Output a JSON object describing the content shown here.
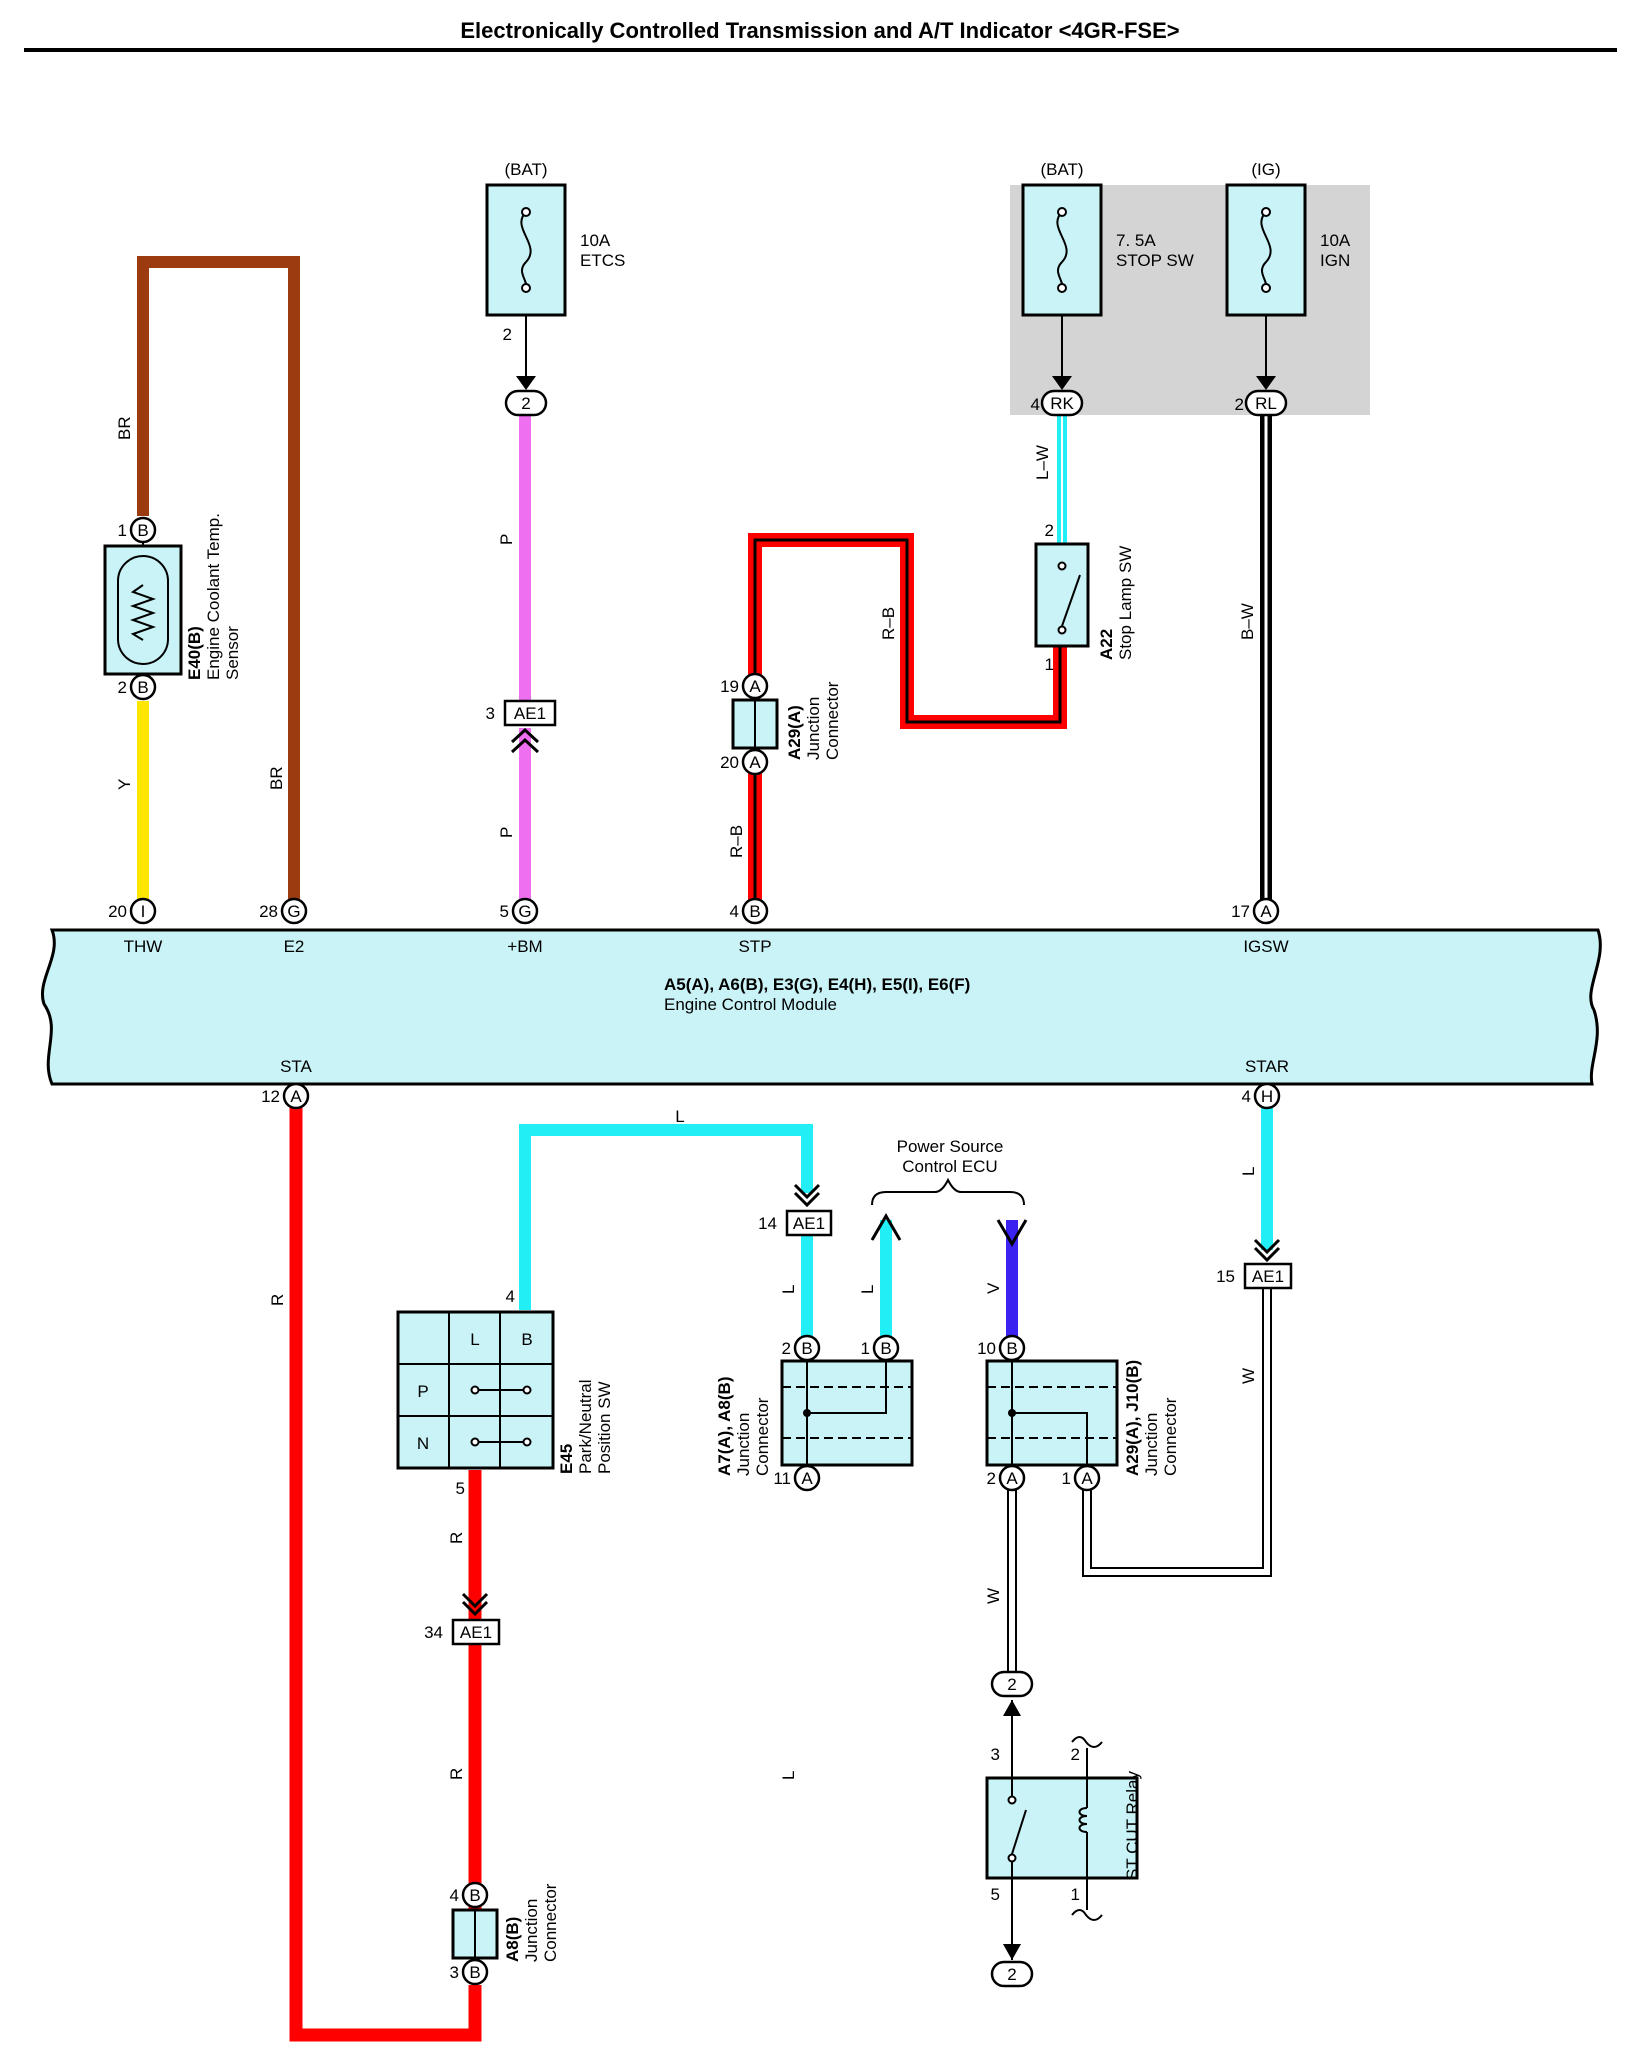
{
  "title": "Electronically Controlled Transmission and A/T Indicator <4GR-FSE>",
  "colors": {
    "brown": "#9b3b0f",
    "yellow": "#ffe600",
    "pink": "#ee6fef",
    "red": "#ff0000",
    "cyan": "#22eef5",
    "black": "#000000",
    "violet": "#3b22f0",
    "ecm_fill": "#c9f3f6",
    "fuse_bg": "#d4d4d4"
  },
  "fuses": {
    "etcs": {
      "source": "(BAT)",
      "rating": "10A",
      "name": "ETCS",
      "pin": "2",
      "conn": "2"
    },
    "stop": {
      "source": "(BAT)",
      "rating": "7. 5A",
      "name": "STOP SW",
      "pin": "4",
      "conn": "RK"
    },
    "ign": {
      "source": "(IG)",
      "rating": "10A",
      "name": "IGN",
      "pin": "2",
      "conn": "RL"
    }
  },
  "wires": {
    "br_top": "BR",
    "br_low": "BR",
    "y": "Y",
    "p_top": "P",
    "p_low": "P",
    "lw": "L–W",
    "rb_upper": "R–B",
    "rb_lower": "R–B",
    "bw": "B–W",
    "r_sta": "R",
    "l_top": "L",
    "l_star": "L",
    "l_a": "L",
    "l_b": "L",
    "v": "V",
    "w_right": "W",
    "w_low": "W",
    "r_1": "R",
    "r_2": "R",
    "l_long": "L"
  },
  "sensor": {
    "code": "E40(B)",
    "line1": "Engine Coolant Temp.",
    "line2": "Sensor",
    "pin_top": "1",
    "conn_top": "B",
    "pin_bot": "2",
    "conn_bot": "B"
  },
  "ae1_p": {
    "pin": "3",
    "label": "AE1"
  },
  "a29a": {
    "code": "A29(A)",
    "line1": "Junction",
    "line2": "Connector",
    "pin_top": "19",
    "conn_top": "A",
    "pin_bot": "20",
    "conn_bot": "A"
  },
  "stoplamp": {
    "code": "A22",
    "name": "Stop Lamp SW",
    "pin_top": "2",
    "pin_bot": "1"
  },
  "ecm": {
    "title": "A5(A), A6(B), E3(G), E4(H), E5(I), E6(F)",
    "name": "Engine Control Module",
    "pins_top": [
      {
        "num": "20",
        "conn": "I",
        "label": "THW"
      },
      {
        "num": "28",
        "conn": "G",
        "label": "E2"
      },
      {
        "num": "5",
        "conn": "G",
        "label": "+BM"
      },
      {
        "num": "4",
        "conn": "B",
        "label": "STP"
      },
      {
        "num": "17",
        "conn": "A",
        "label": "IGSW"
      }
    ],
    "pins_bottom": [
      {
        "num": "12",
        "conn": "A",
        "label": "STA"
      },
      {
        "num": "4",
        "conn": "H",
        "label": "STAR"
      }
    ]
  },
  "psecu": {
    "line1": "Power Source",
    "line2": "Control ECU"
  },
  "ae1_14": {
    "pin": "14",
    "label": "AE1"
  },
  "ae1_15": {
    "pin": "15",
    "label": "AE1"
  },
  "ae1_34": {
    "pin": "34",
    "label": "AE1"
  },
  "e45": {
    "code": "E45",
    "line1": "Park/Neutral",
    "line2": "Position SW",
    "col_l": "L",
    "col_b": "B",
    "row_p": "P",
    "row_n": "N",
    "pin_top": "4",
    "pin_bot": "5"
  },
  "a7a8": {
    "code": "A7(A), A8(B)",
    "line1": "Junction",
    "line2": "Connector",
    "pin_2": "2",
    "conn_2": "B",
    "pin_1": "1",
    "conn_1": "B",
    "pin_11": "11",
    "conn_11": "A"
  },
  "a29j10": {
    "code": "A29(A), J10(B)",
    "line1": "Junction",
    "line2": "Connector",
    "pin_10": "10",
    "conn_10": "B",
    "pin_2": "2",
    "conn_2": "A",
    "pin_1": "1",
    "conn_1": "A"
  },
  "relay": {
    "name": "ST CUT Relay",
    "pin_3": "3",
    "pin_2": "2",
    "pin_5": "5",
    "pin_1": "1",
    "conn_top": "2",
    "conn_bot": "2"
  },
  "a8b": {
    "code": "A8(B)",
    "line1": "Junction",
    "line2": "Connector",
    "pin_top": "4",
    "conn_top": "B",
    "pin_bot": "3",
    "conn_bot": "B"
  }
}
